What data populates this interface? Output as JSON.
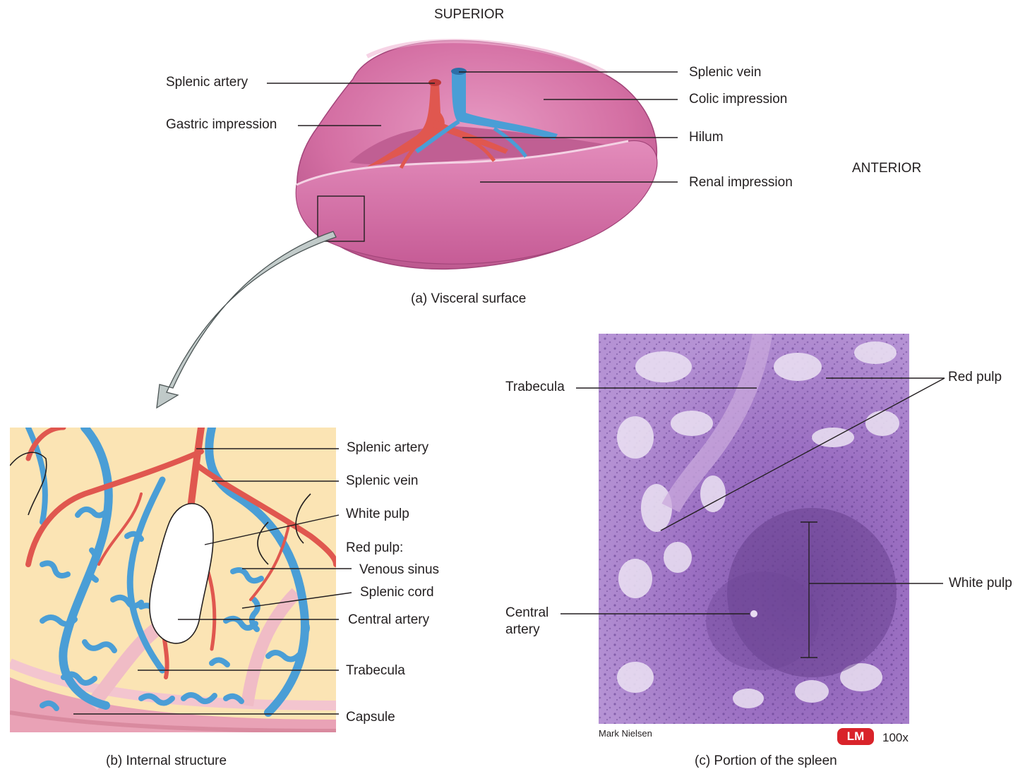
{
  "orientation": {
    "superior": "SUPERIOR",
    "anterior": "ANTERIOR"
  },
  "panel_a": {
    "caption": "(a) Visceral surface",
    "labels": {
      "splenic_artery": "Splenic artery",
      "gastric_impression": "Gastric impression",
      "splenic_vein": "Splenic vein",
      "colic_impression": "Colic impression",
      "hilum": "Hilum",
      "renal_impression": "Renal impression"
    }
  },
  "panel_b": {
    "caption": "(b) Internal structure",
    "labels": {
      "splenic_artery": "Splenic artery",
      "splenic_vein": "Splenic vein",
      "white_pulp": "White pulp",
      "red_pulp": "Red pulp:",
      "venous_sinus": "Venous sinus",
      "splenic_cord": "Splenic cord",
      "central_artery": "Central artery",
      "trabecula": "Trabecula",
      "capsule": "Capsule"
    }
  },
  "panel_c": {
    "caption": "(c) Portion of the spleen",
    "labels": {
      "trabecula": "Trabecula",
      "red_pulp": "Red pulp",
      "white_pulp": "White pulp",
      "central_artery_line1": "Central",
      "central_artery_line2": "artery"
    },
    "credit": "Mark Nielsen",
    "microscopy_badge": "LM",
    "magnification": "100x"
  },
  "colors": {
    "spleen_pink": "#d46fa3",
    "artery_red": "#e0574f",
    "vein_blue": "#4a9ed6",
    "pulp_yellow": "#fbe4b4",
    "histology_purple": "#9b6fc2",
    "badge_red": "#d9232a"
  }
}
